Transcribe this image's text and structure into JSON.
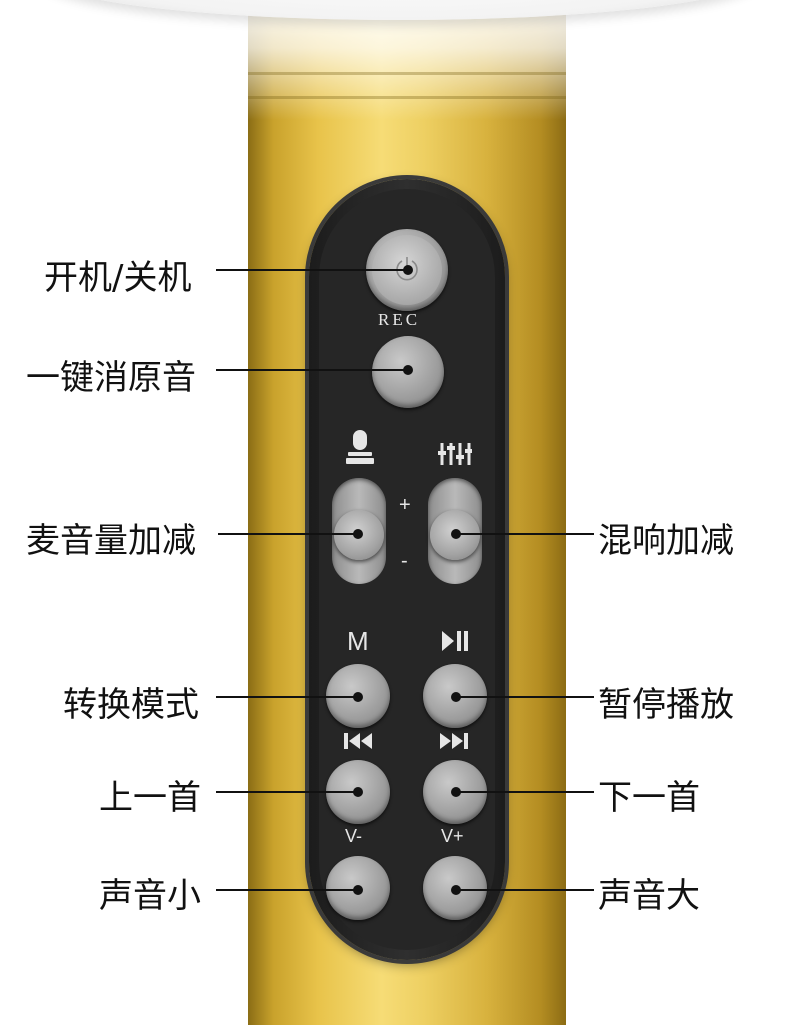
{
  "panel": {
    "rec_label": "REC",
    "mode_label": "M",
    "plus_label": "+",
    "minus_label": "-",
    "vol_down_label": "V-",
    "vol_up_label": "V+"
  },
  "icons": {
    "power": "power-icon",
    "mic": "microphone-icon",
    "equalizer": "equalizer-icon",
    "play_pause": "play-pause-icon",
    "previous": "previous-track-icon",
    "next": "next-track-icon"
  },
  "callouts": {
    "power": "开机/关机",
    "vocal_remove": "一键消原音",
    "mic_volume": "麦音量加减",
    "reverb": "混响加减",
    "mode": "转换模式",
    "play_pause": "暂停播放",
    "previous": "上一首",
    "next": "下一首",
    "volume_down": "声音小",
    "volume_up": "声音大"
  },
  "colors": {
    "body_gold": "#e8c34a",
    "panel_black": "#262626",
    "button_gray": "#a7a7a7",
    "label_text": "#111111"
  }
}
